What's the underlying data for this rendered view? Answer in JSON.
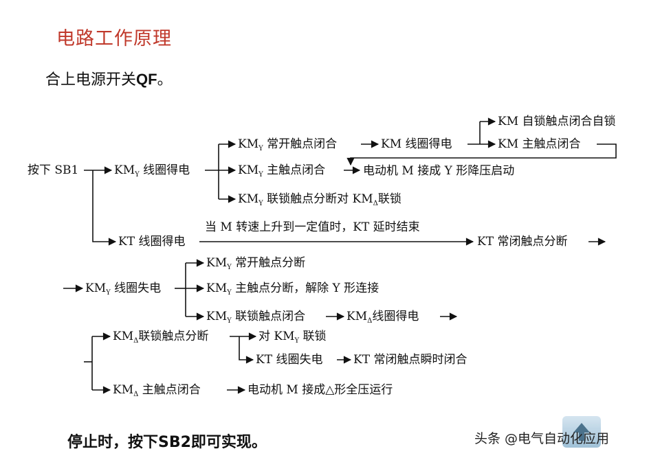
{
  "header": {
    "title": "电路工作原理"
  },
  "intro": {
    "prefix": "合上电源开关",
    "bold": "QF",
    "suffix": "。"
  },
  "diagram": {
    "press_sb1": "按下 SB1",
    "kmy_energized": {
      "main": "KM",
      "sub": "Y",
      "rest": " 线圈得电"
    },
    "kmy_no_close": {
      "main": "KM",
      "sub": "Y",
      "rest": " 常开触点闭合"
    },
    "km_energized": "KM 线圈得电",
    "km_self_lock": "KM 自锁触点闭合自锁",
    "km_main_close": "KM 主触点闭合",
    "kmy_main_close": {
      "main": "KM",
      "sub": "Y",
      "rest": " 主触点闭合"
    },
    "motor_y_start": "电动机 M 接成 Y 形降压启动",
    "kmy_interlock_open": {
      "main": "KM",
      "sub": "Y",
      "rest": " 联锁触点分断对 KM",
      "sub2": "Δ",
      "rest2": "联锁"
    },
    "kt_energized": "KT 线圈得电",
    "speed_condition": "当 M 转速上升到一定值时，KT 延时结束",
    "kt_nc_open": "KT 常闭触点分断",
    "kmy_deenergized": {
      "main": "KM",
      "sub": "Y",
      "rest": " 线圈失电"
    },
    "kmy_no_open": {
      "main": "KM",
      "sub": "Y",
      "rest": " 常开触点分断"
    },
    "kmy_main_open": {
      "main": "KM",
      "sub": "Y",
      "rest": " 主触点分断，解除 Y 形连接"
    },
    "kmy_interlock_close": {
      "main": "KM",
      "sub": "Y",
      "rest": " 联锁触点闭合"
    },
    "kmd_energized": {
      "main": "KM",
      "sub": "Δ",
      "rest": "线圈得电"
    },
    "kmd_interlock_open": {
      "main": "KM",
      "sub": "Δ",
      "rest": "联锁触点分断"
    },
    "interlock_kmy": {
      "main": "对 KM",
      "sub": "Y",
      "rest": " 联锁"
    },
    "kt_deenergized": "KT 线圈失电",
    "kt_nc_instant_close": "KT 常闭触点瞬时闭合",
    "kmd_main_close": {
      "main": "KM",
      "sub": "Δ",
      "rest": " 主触点闭合"
    },
    "motor_delta_run": "电动机 M 接成△形全压运行"
  },
  "footer": {
    "text": "停止时，按下SB2即可实现。"
  },
  "watermark": {
    "text": "头条 @电气自动化应用"
  }
}
